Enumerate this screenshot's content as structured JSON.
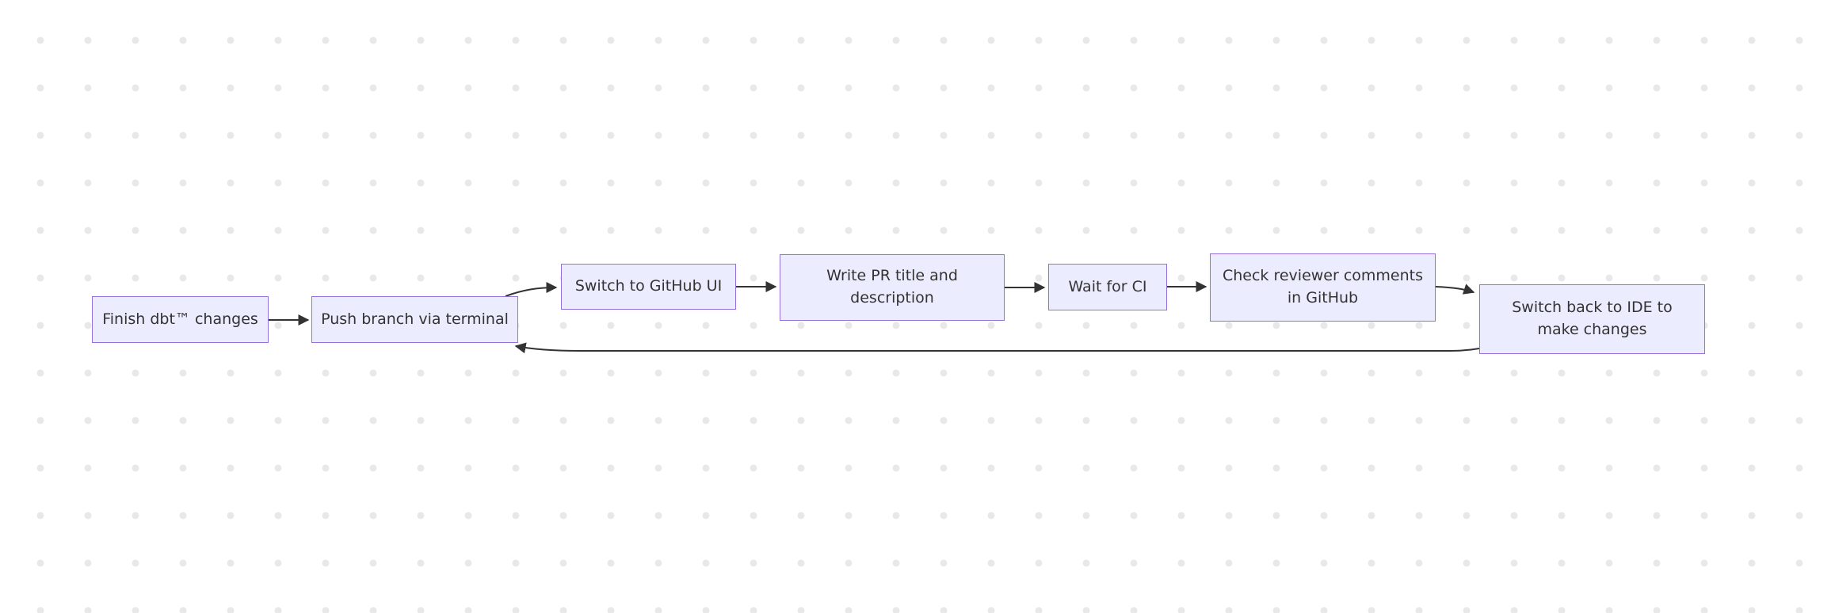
{
  "diagram": {
    "type": "flowchart",
    "direction": "left-to-right",
    "nodes": [
      {
        "id": "A",
        "label": "Finish dbt™ changes"
      },
      {
        "id": "B",
        "label": "Push branch via terminal"
      },
      {
        "id": "C",
        "label": "Switch to GitHub UI"
      },
      {
        "id": "D",
        "label": "Write PR title and\ndescription"
      },
      {
        "id": "E",
        "label": "Wait for CI"
      },
      {
        "id": "F",
        "label": "Check reviewer comments\nin GitHub"
      },
      {
        "id": "G",
        "label": "Switch back to IDE to\nmake changes"
      }
    ],
    "edges": [
      {
        "from": "A",
        "to": "B"
      },
      {
        "from": "B",
        "to": "C"
      },
      {
        "from": "C",
        "to": "D"
      },
      {
        "from": "D",
        "to": "E"
      },
      {
        "from": "E",
        "to": "F"
      },
      {
        "from": "F",
        "to": "G"
      },
      {
        "from": "G",
        "to": "B"
      }
    ],
    "colors": {
      "node_fill": "#ECECFF",
      "node_border": "#9370DB",
      "edge": "#333333",
      "text": "#333333",
      "background": "#FFFFFF",
      "grid_dot": "#E8E8E8"
    }
  }
}
